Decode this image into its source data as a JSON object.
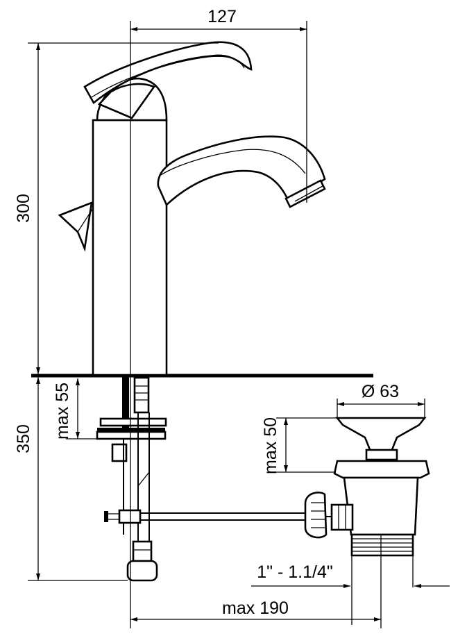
{
  "dimensions": {
    "spout_reach": "127",
    "height_above": "300",
    "depth_below": "350",
    "max_clamp": "max 55",
    "max_drain_height": "max 50",
    "drain_diameter": "Ø 63",
    "drain_thread": "1\" - 1.1/4\"",
    "max_rod_length": "max 190"
  }
}
